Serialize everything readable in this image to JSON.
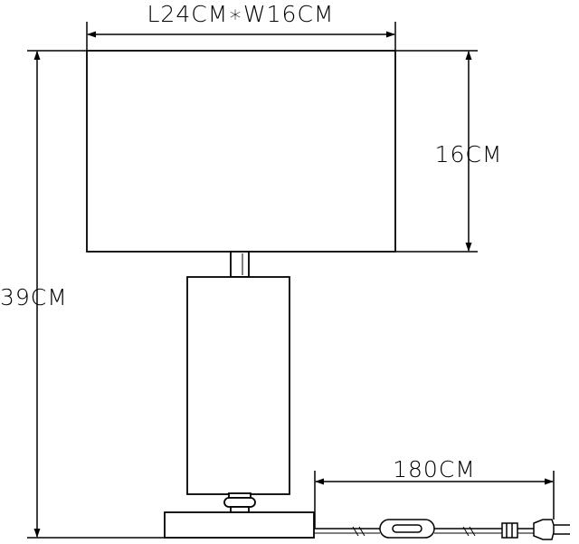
{
  "dimensions": {
    "shade_size": "L24CM∗W16CM",
    "shade_height": "16CM",
    "total_height": "39CM",
    "cord_length": "180CM"
  }
}
